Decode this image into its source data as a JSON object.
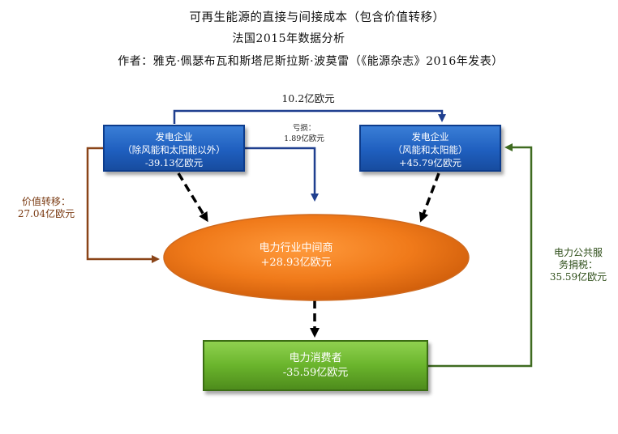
{
  "title": {
    "line1": "可再生能源的直接与间接成本（包含价值转移）",
    "line2": "法国2015年数据分析",
    "line3": "作者：雅克·佩瑟布瓦和斯塔尼斯拉斯·波莫雷（《能源杂志》2016年发表）"
  },
  "nodes": {
    "producer_conventional": {
      "name": "发电企业",
      "scope": "（除风能和太阳能以外）",
      "value": "-39.13亿欧元"
    },
    "producer_renewable": {
      "name": "发电企业",
      "scope": "（风能和太阳能）",
      "value": "+45.79亿欧元"
    },
    "intermediary": {
      "name": "电力行业中间商",
      "value": "+28.93亿欧元"
    },
    "consumer": {
      "name": "电力消费者",
      "value": "-35.59亿欧元"
    }
  },
  "flows": {
    "top_transfer": "10.2亿欧元",
    "loss": {
      "label": "亏损：",
      "value": "1.89亿欧元"
    },
    "value_transfer": {
      "label": "价值转移：",
      "value": "27.04亿欧元"
    },
    "public_service_tax": {
      "line1": "电力公共服",
      "line2": "务捐税：",
      "value": "35.59亿欧元"
    }
  },
  "colors": {
    "blue_box": "#1f5fbf",
    "orange_ellipse": "#f07a1a",
    "green_box": "#6ab42c",
    "navy_arrow": "#1f3f8f",
    "brown_arrow": "#8a4418",
    "green_arrow": "#3f6b20"
  }
}
